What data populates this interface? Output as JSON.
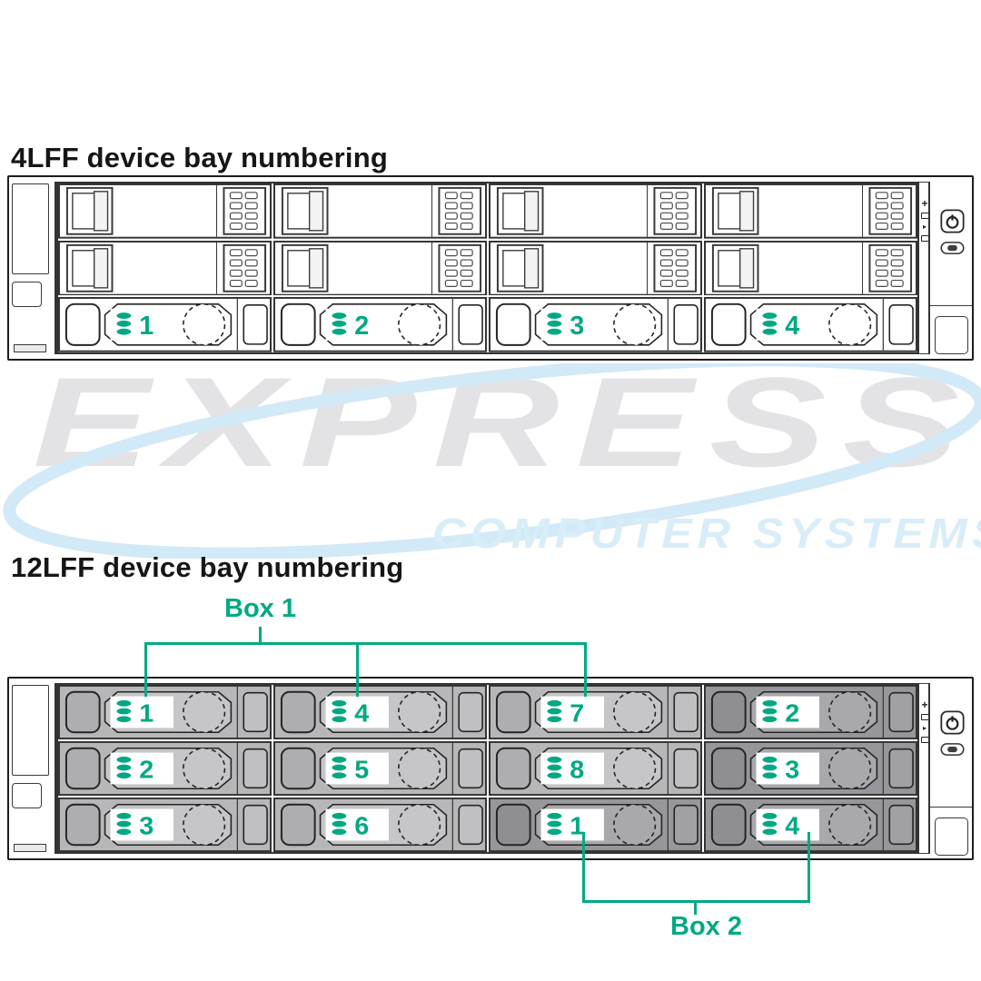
{
  "sections": {
    "lff4": {
      "title": "4LFF device bay numbering",
      "blank_rows": 2,
      "bays": [
        "1",
        "2",
        "3",
        "4"
      ]
    },
    "lff12": {
      "title": "12LFF device bay numbering",
      "box1_label": "Box 1",
      "box2_label": "Box 2",
      "rows": [
        [
          {
            "n": "1",
            "box": 1
          },
          {
            "n": "4",
            "box": 1
          },
          {
            "n": "7",
            "box": 1
          },
          {
            "n": "2",
            "box": 2
          }
        ],
        [
          {
            "n": "2",
            "box": 1
          },
          {
            "n": "5",
            "box": 1
          },
          {
            "n": "8",
            "box": 1
          },
          {
            "n": "3",
            "box": 2
          }
        ],
        [
          {
            "n": "3",
            "box": 1
          },
          {
            "n": "6",
            "box": 1
          },
          {
            "n": "1",
            "box": 2
          },
          {
            "n": "4",
            "box": 2
          }
        ]
      ]
    }
  },
  "watermark": {
    "word": "EXPRESS",
    "subtitle": "COMPUTER SYSTEMS"
  },
  "control_panel": {
    "plus_indicator": "+",
    "buttons": [
      "power-icon",
      "uid-icon"
    ]
  },
  "icons": {
    "bay_label_icon": "disk-stack-icon",
    "power": "power-icon",
    "uid": "uid-icon"
  },
  "colors": {
    "accent_green": "#01a982",
    "outline": "#333333",
    "title_text": "#161616",
    "box1": {
      "bg": "#b7b7b9",
      "bone": "#c6c6c8",
      "latch": "#aeaeb0",
      "blank": "#c0c0c2"
    },
    "box2": {
      "bg": "#97979b",
      "bone": "#a9a9ad",
      "latch": "#8f8f93",
      "blank": "#a1a1a5"
    },
    "white_bay": {
      "bg": "#ffffff",
      "bone": "#ffffff",
      "latch": "#ffffff",
      "blank": "#ffffff"
    },
    "watermark_gray": "#e3e3e5",
    "watermark_blue": "#d2e9f7",
    "watermark_text_blue": "#d9edf8"
  }
}
